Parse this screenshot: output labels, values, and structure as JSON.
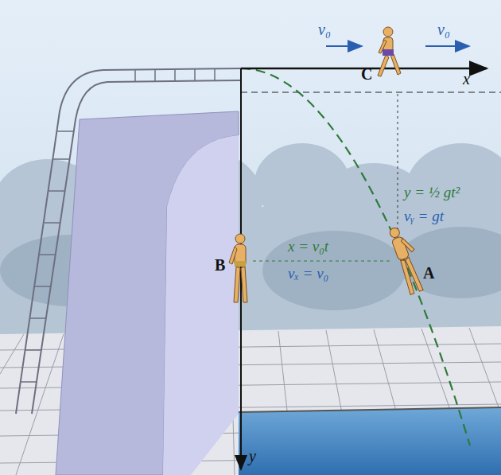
{
  "diagram": {
    "labels": [
      "v₀",
      "v₀",
      "C",
      "x",
      "y = ½ gt²",
      "vᵧ = gt",
      "x = v₀t",
      "vₓ = v₀",
      "B",
      "A",
      "y"
    ]
  }
}
